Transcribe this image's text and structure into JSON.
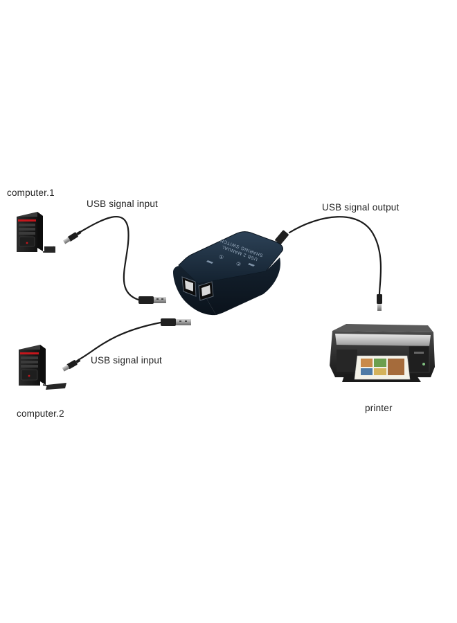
{
  "labels": {
    "computer_1": "computer.1",
    "computer_2": "computer.2",
    "usb_input_1": "USB signal input",
    "usb_input_2": "USB signal input",
    "usb_output": "USB signal output",
    "printer": "printer"
  },
  "device": {
    "line1": "USB 2 MANUAL",
    "line2": "SHARING SWITCH",
    "port_1": "①",
    "port_2": "②"
  },
  "colors": {
    "case": "#0f1d2c",
    "cable": "#1a1a1a",
    "computer_accent": "#c4161c",
    "printer_body": "#3a3a3a"
  }
}
